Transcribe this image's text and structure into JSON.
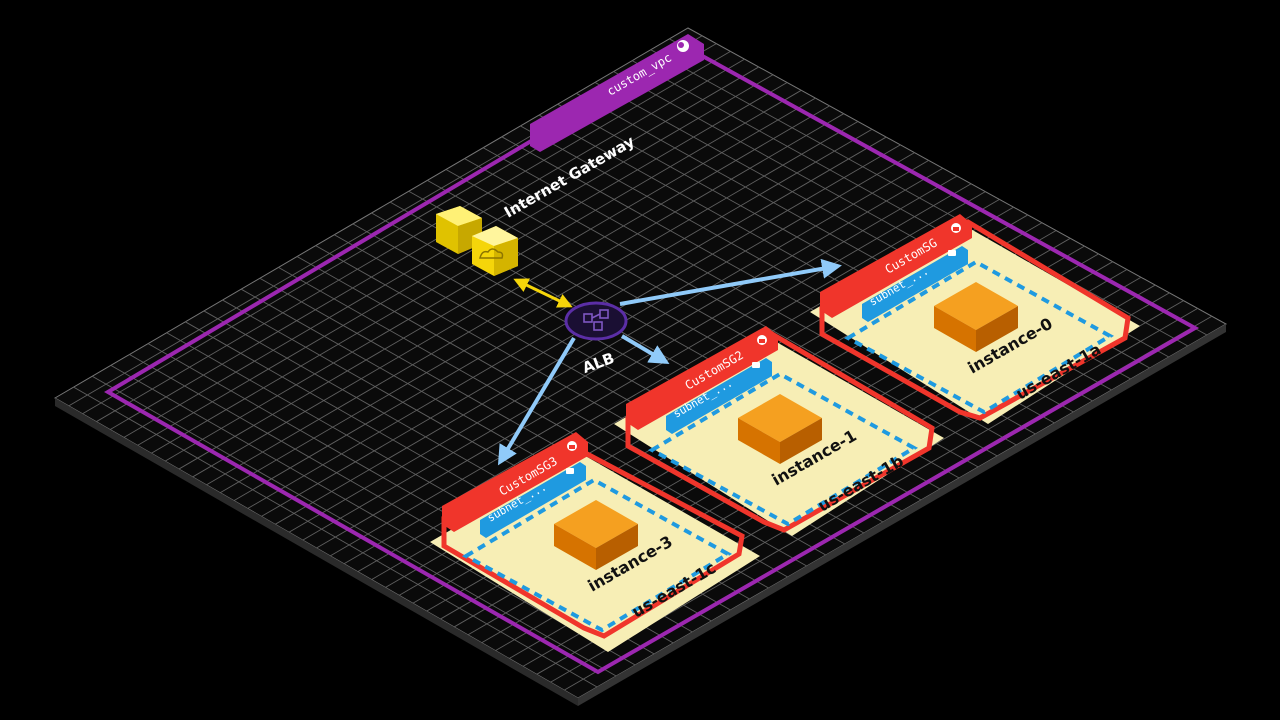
{
  "vpc": {
    "label": "custom_vpc",
    "color": "#9c27b0"
  },
  "gateway": {
    "label": "Internet Gateway",
    "color": "#f5d50a"
  },
  "alb": {
    "label": "ALB",
    "color": "#5b2ea6"
  },
  "colors": {
    "security_group": "#f0352b",
    "subnet": "#1f9ae0",
    "subnet_fill": "#f7eeb5",
    "instance": "#f08a00",
    "arrow": "#90caf9",
    "grid": "#6f6f6f"
  },
  "groups": [
    {
      "sg": "CustomSG",
      "subnet": "subnet_...",
      "instance": "instance-0",
      "az": "us-east-1a"
    },
    {
      "sg": "CustomSG2",
      "subnet": "subnet_...",
      "instance": "instance-1",
      "az": "us-east-1b"
    },
    {
      "sg": "CustomSG3",
      "subnet": "subnet_...",
      "instance": "instance-3",
      "az": "us-east-1c"
    }
  ]
}
